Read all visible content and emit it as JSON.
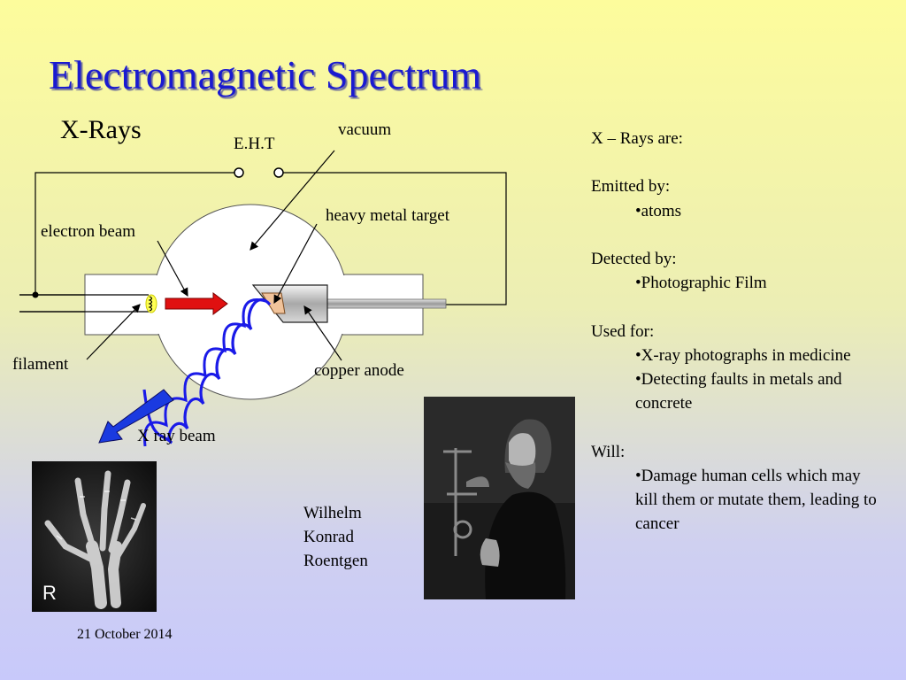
{
  "slide": {
    "title": "Electromagnetic Spectrum",
    "subtitle": "X-Rays",
    "date": "21 October 2014"
  },
  "diagram": {
    "labels": {
      "eht": "E.H.T",
      "vacuum": "vacuum",
      "heavy_metal_target": "heavy metal target",
      "electron_beam": "electron beam",
      "filament": "filament",
      "copper_anode": "copper anode",
      "x_ray_beam": "X ray beam"
    },
    "colors": {
      "electron_beam_arrow": "#e01010",
      "xray_wave": "#1a1ae8",
      "xray_beam_arrow": "#1a3ae0",
      "target": "#f1c39a"
    }
  },
  "facts": {
    "heading": "X – Rays are:",
    "sections": [
      {
        "head": "Emitted by:",
        "items": [
          "•atoms"
        ]
      },
      {
        "head": "Detected by:",
        "items": [
          "•Photographic Film"
        ]
      },
      {
        "head": "Used for:",
        "items": [
          "•X-ray photographs in medicine",
          "•Detecting faults in metals and concrete"
        ]
      },
      {
        "head": "Will:",
        "items": [
          "•Damage human cells which may kill them or mutate them, leading to cancer"
        ]
      }
    ]
  },
  "images": {
    "xray_letter": "R",
    "portrait_caption": [
      "Wilhelm",
      "Konrad",
      "Roentgen"
    ]
  }
}
